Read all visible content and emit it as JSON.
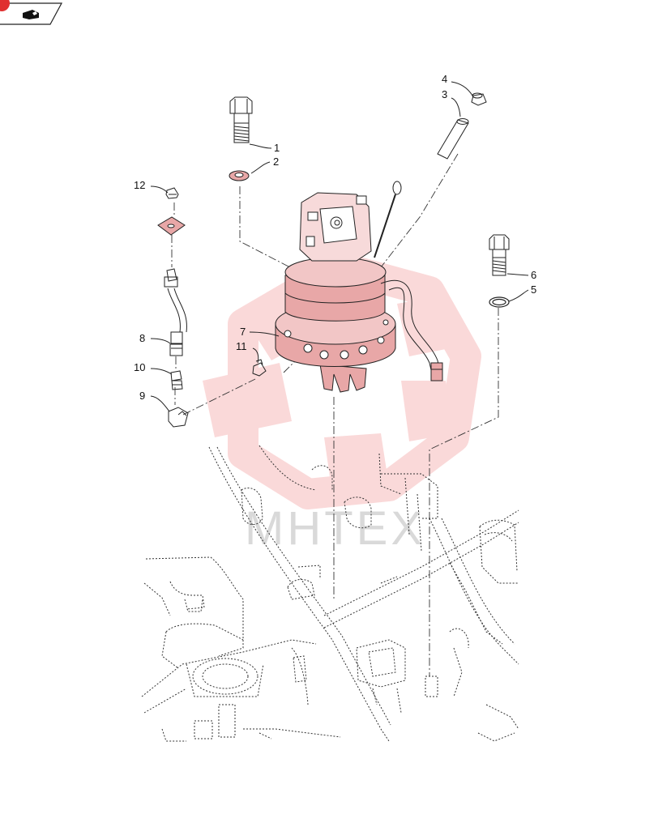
{
  "watermark": {
    "text": "MHTEX",
    "color": "#f07a7a"
  },
  "nav": {
    "icon": "book-arrow-icon",
    "badge_color": "#e03030"
  },
  "parts_color": "#e8a7a7",
  "callouts": [
    "1",
    "2",
    "3",
    "4",
    "5",
    "6",
    "7",
    "8",
    "9",
    "10",
    "11",
    "12"
  ]
}
